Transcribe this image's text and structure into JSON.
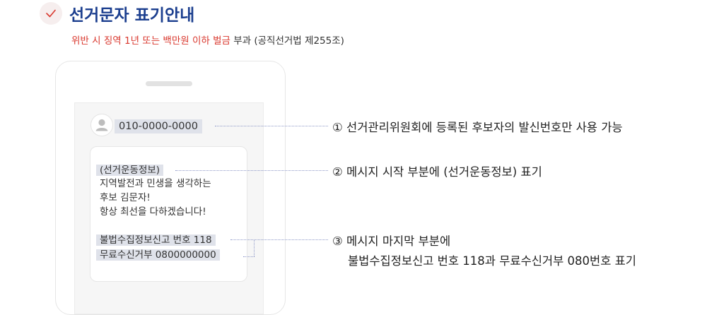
{
  "header": {
    "title": "선거문자 표기안내",
    "subtitle_red": "위반 시 징역 1년 또는 백만원 이하 벌금",
    "subtitle_black": " 부과 (공직선거법 제255조)"
  },
  "phone": {
    "sender_number": "010-0000-0000",
    "message": {
      "tag": "(선거운동정보)",
      "line1": "지역발전과 민생을 생각하는",
      "line2": "후보 김문자!",
      "line3": "항상 최선을 다하겠습니다!",
      "footer1": "불법수집정보신고 번호 118",
      "footer2": "무료수신거부 0800000000"
    }
  },
  "notes": {
    "note1": "① 선거관리위원회에 등록된 후보자의 발신번호만 사용 가능",
    "note2": "② 메시지 시작 부분에 (선거운동정보) 표기",
    "note3_line1": "③ 메시지 마지막 부분에",
    "note3_line2": "불법수집정보신고 번호 118과 무료수신거부 080번호 표기"
  },
  "colors": {
    "title": "#1c3f8f",
    "warning": "#d9382e",
    "highlight": "#dfe2ea",
    "dotted_leader": "#8e99c8"
  },
  "icons": {
    "check": "check-icon",
    "avatar": "user-avatar-icon"
  }
}
